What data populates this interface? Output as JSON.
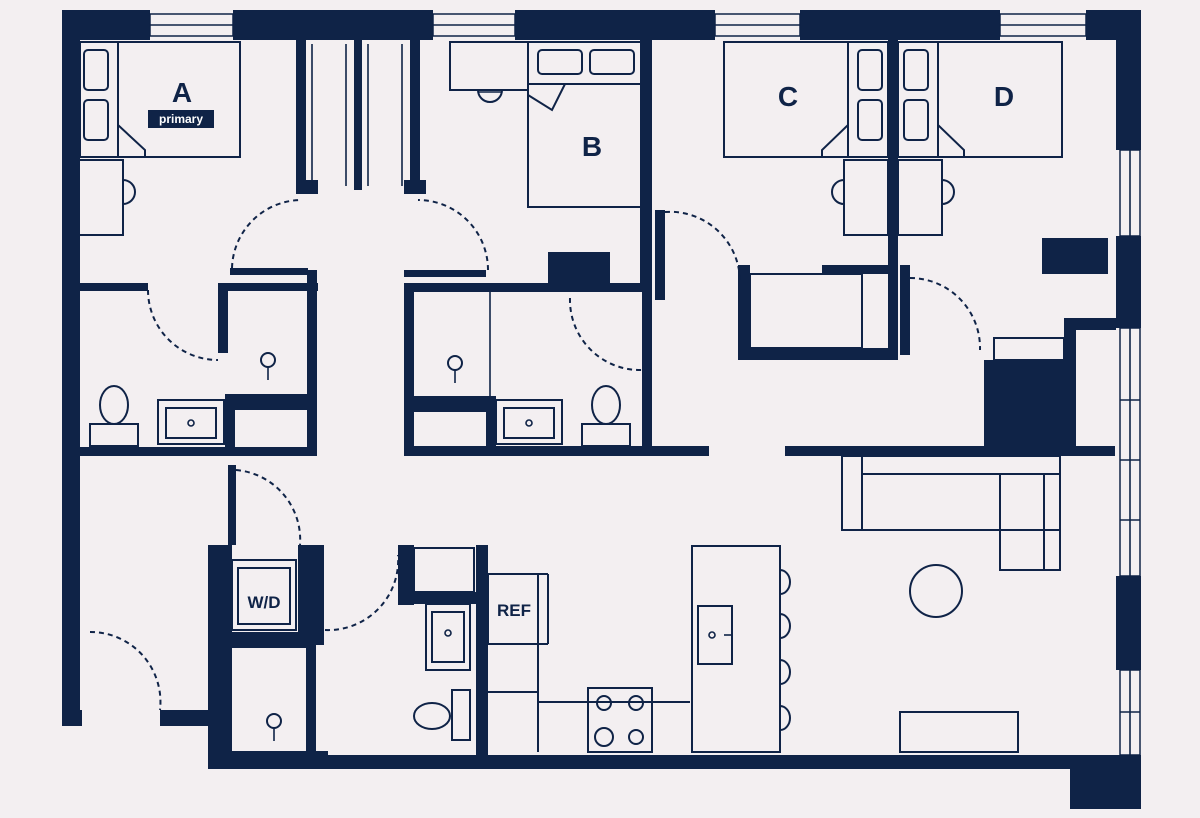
{
  "rooms": {
    "a": {
      "label": "A",
      "tag": "primary"
    },
    "b": {
      "label": "B"
    },
    "c": {
      "label": "C"
    },
    "d": {
      "label": "D"
    }
  },
  "fixtures": {
    "washer_dryer": "W/D",
    "refrigerator": "REF"
  },
  "colors": {
    "wall": "#0f2347",
    "background": "#f3eff1"
  }
}
